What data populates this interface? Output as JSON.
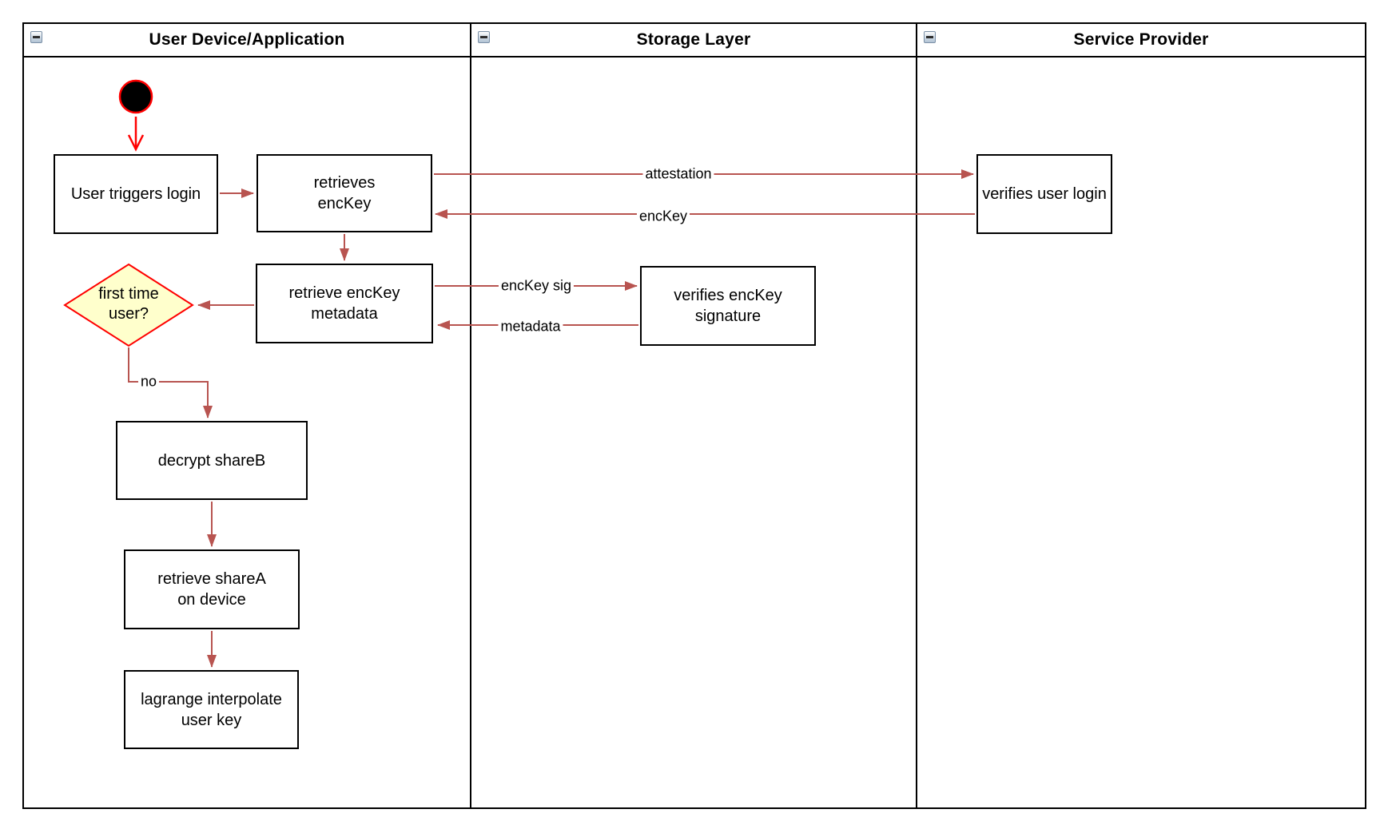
{
  "lanes": [
    {
      "label": "User Device/Application"
    },
    {
      "label": "Storage Layer"
    },
    {
      "label": "Service Provider"
    }
  ],
  "nodes": {
    "user_triggers_login": "User triggers login",
    "retrieves_enckey": "retrieves\nencKey",
    "verifies_user_login": "verifies user login",
    "retrieve_enckey_metadata": "retrieve encKey\nmetadata",
    "verifies_enckey_signature": "verifies encKey\nsignature",
    "first_time_user": "first time\nuser?",
    "decrypt_shareb": "decrypt shareB",
    "retrieve_sharea": "retrieve shareA\non device",
    "lagrange_interpolate": "lagrange interpolate\nuser key"
  },
  "edge_labels": {
    "attestation": "attestation",
    "enckey": "encKey",
    "enckey_sig": "encKey sig",
    "metadata": "metadata",
    "no": "no"
  },
  "colors": {
    "connector": "#B85450",
    "highlight": "#FF0000",
    "diamond_fill": "#FFFFCC",
    "node_border": "#000000"
  }
}
